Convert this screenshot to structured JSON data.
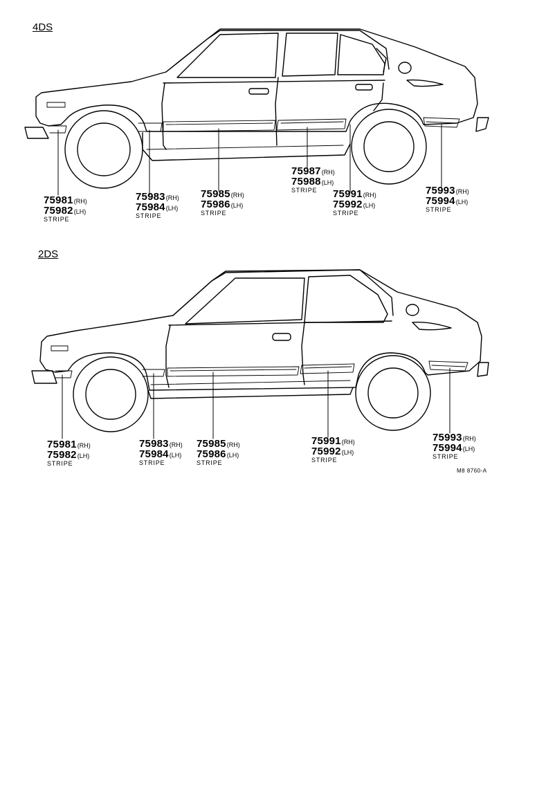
{
  "sections": {
    "four_door": {
      "title": "4DS",
      "labels": [
        {
          "rh": "75981",
          "rh_side": "(RH)",
          "lh": "75982",
          "lh_side": "(LH)",
          "name": "STRIPE"
        },
        {
          "rh": "75983",
          "rh_side": "(RH)",
          "lh": "75984",
          "lh_side": "(LH)",
          "name": "STRIPE"
        },
        {
          "rh": "75985",
          "rh_side": "(RH)",
          "lh": "75986",
          "lh_side": "(LH)",
          "name": "STRIPE"
        },
        {
          "rh": "75987",
          "rh_side": "(RH)",
          "lh": "75988",
          "lh_side": "(LH)",
          "name": "STRIPE"
        },
        {
          "rh": "75991",
          "rh_side": "(RH)",
          "lh": "75992",
          "lh_side": "(LH)",
          "name": "STRIPE"
        },
        {
          "rh": "75993",
          "rh_side": "(RH)",
          "lh": "75994",
          "lh_side": "(LH)",
          "name": "STRIPE"
        }
      ]
    },
    "two_door": {
      "title": "2DS",
      "labels": [
        {
          "rh": "75981",
          "rh_side": "(RH)",
          "lh": "75982",
          "lh_side": "(LH)",
          "name": "STRIPE"
        },
        {
          "rh": "75983",
          "rh_side": "(RH)",
          "lh": "75984",
          "lh_side": "(LH)",
          "name": "STRIPE"
        },
        {
          "rh": "75985",
          "rh_side": "(RH)",
          "lh": "75986",
          "lh_side": "(LH)",
          "name": "STRIPE"
        },
        {
          "rh": "75991",
          "rh_side": "(RH)",
          "lh": "75992",
          "lh_side": "(LH)",
          "name": "STRIPE"
        },
        {
          "rh": "75993",
          "rh_side": "(RH)",
          "lh": "75994",
          "lh_side": "(LH)",
          "name": "STRIPE"
        }
      ]
    }
  },
  "reference_code": "M8 8760-A"
}
